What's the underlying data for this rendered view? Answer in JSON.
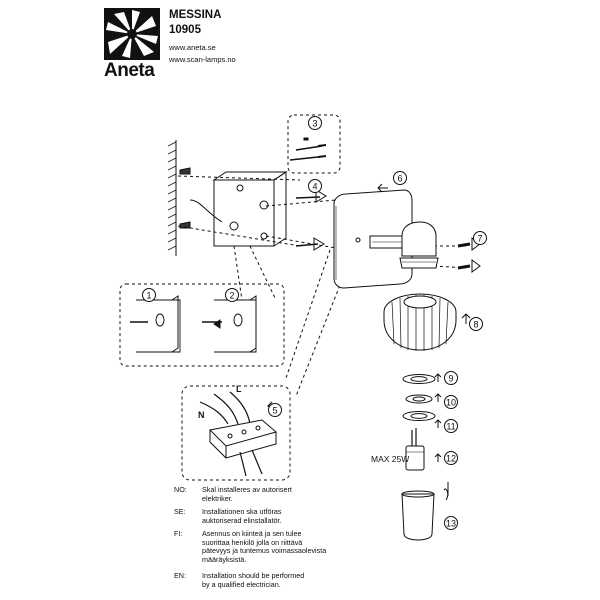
{
  "brand": {
    "name": "Aneta"
  },
  "product": {
    "name": "MESSINA",
    "number": "10905"
  },
  "links": {
    "site1": "www.aneta.se",
    "site2": "www.scan-lamps.no"
  },
  "max_wattage": "MAX 25W",
  "steps": [
    "1",
    "2",
    "3",
    "4",
    "5",
    "6",
    "7",
    "8",
    "9",
    "10",
    "11",
    "12",
    "13"
  ],
  "wiring_labels": {
    "n": "N",
    "l": "L"
  },
  "notes": [
    {
      "code": "NO:",
      "lines": [
        "Skal installeres av autorisert",
        "elektriker."
      ]
    },
    {
      "code": "SE:",
      "lines": [
        "Installationen ska utföras",
        "auktoriserad elinstallatör."
      ]
    },
    {
      "code": "FI:",
      "lines": [
        "Asennus on kiinteä ja sen tulee",
        "suorittaa henkilö jolla on riittävä",
        "pätevyys ja tuntemus voimassaolevista",
        "määräyksistä."
      ]
    },
    {
      "code": "EN:",
      "lines": [
        "Installation should be performed",
        "by a qualified electrician."
      ]
    }
  ]
}
